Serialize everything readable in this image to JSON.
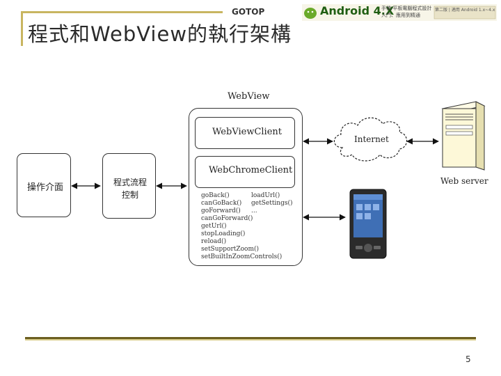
{
  "header": {
    "title": "程式和WebView的執行架構",
    "publisher": "GOTOP",
    "book_title": "Android 4.X",
    "book_sub_line1": "手機/平板電腦程式設計",
    "book_sub_line2": "入門、應用到精通",
    "book_extra": "第二版 | 適用 Android 1.x~4.x"
  },
  "diagram": {
    "ui_label": "操作介面",
    "flow_line1": "程式流程",
    "flow_line2": "控制",
    "webview_label": "WebView",
    "webviewclient_label": "WebViewClient",
    "webchromeclient_label": "WebChromeClient",
    "methods_left": [
      "goBack()",
      "canGoBack()",
      "goForward()",
      "canGoForward()",
      "getUrl()",
      "stopLoading()",
      "reload()",
      "setSupportZoom()",
      "setBuiltInZoomControls()"
    ],
    "methods_right": [
      "loadUrl()",
      "getSettings()",
      "..."
    ],
    "internet_label": "Internet",
    "server_label": "Web server"
  },
  "footer": {
    "page_number": "5"
  },
  "colors": {
    "header_rule": "#c8b560",
    "footer_rule": "#6b5e20",
    "server_body": "#fdf8d8",
    "phone_body": "#2b2b2b"
  },
  "icons": [
    "cloud-icon",
    "server-icon",
    "smartphone-icon",
    "android-logo"
  ]
}
